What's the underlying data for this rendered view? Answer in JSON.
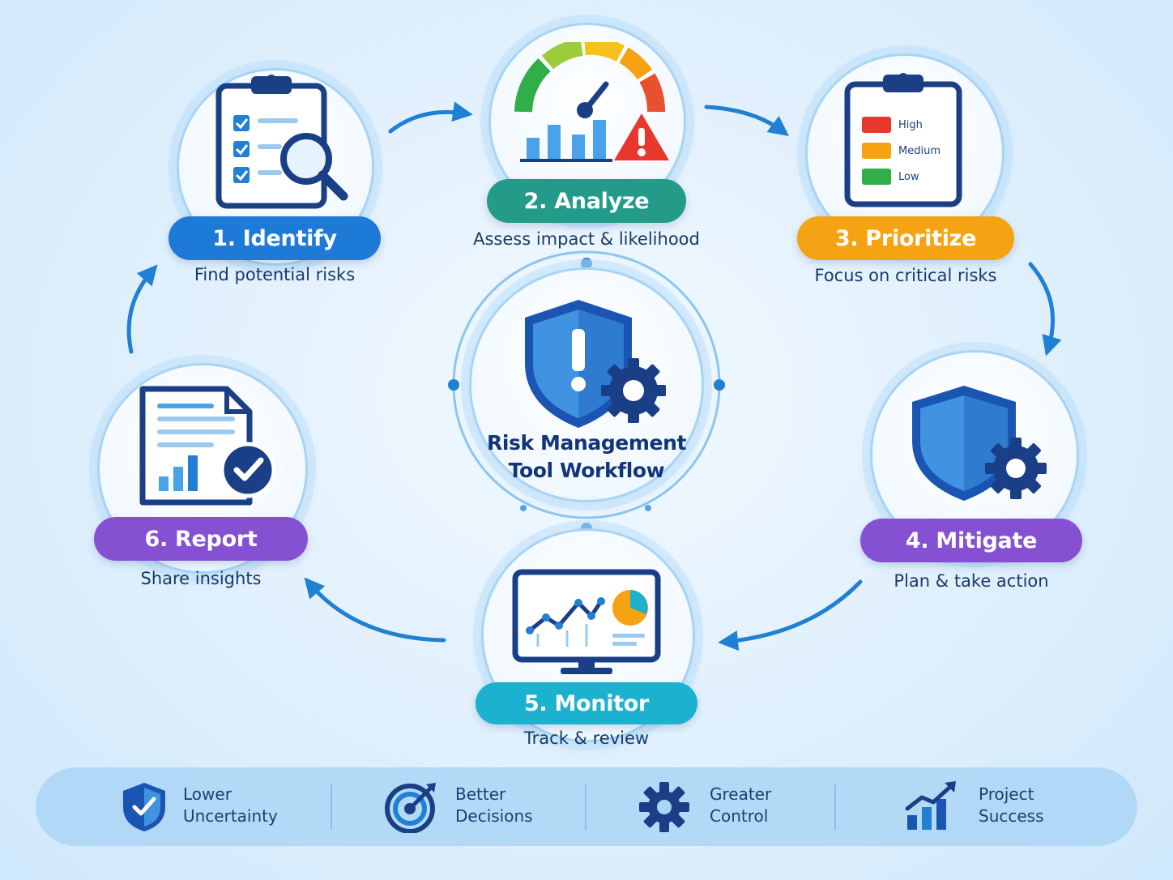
{
  "center": {
    "title_line1": "Risk Management",
    "title_line2": "Tool Workflow"
  },
  "steps": [
    {
      "label": "1. Identify",
      "description": "Find potential risks",
      "color": "#1d7ad6"
    },
    {
      "label": "2. Analyze",
      "description": "Assess impact & likelihood",
      "color": "#249a88"
    },
    {
      "label": "3. Prioritize",
      "description": "Focus on critical risks",
      "color": "#f5a313"
    },
    {
      "label": "4. Mitigate",
      "description": "Plan & take action",
      "color": "#8650d2"
    },
    {
      "label": "5. Monitor",
      "description": "Track & review",
      "color": "#1bb1cf"
    },
    {
      "label": "6. Report",
      "description": "Share insights",
      "color": "#8650d2"
    }
  ],
  "priority_levels": [
    {
      "label": "High",
      "color": "#e8382e"
    },
    {
      "label": "Medium",
      "color": "#f5a313"
    },
    {
      "label": "Low",
      "color": "#2fae4a"
    }
  ],
  "benefits": [
    {
      "line1": "Lower",
      "line2": "Uncertainty",
      "icon": "shield-check-icon"
    },
    {
      "line1": "Better",
      "line2": "Decisions",
      "icon": "target-icon"
    },
    {
      "line1": "Greater",
      "line2": "Control",
      "icon": "gear-icon"
    },
    {
      "line1": "Project",
      "line2": "Success",
      "icon": "growth-chart-icon"
    }
  ],
  "colors": {
    "primary_dark": "#12357a",
    "accent_blue": "#1d7ad6",
    "arrow": "#1f80d4"
  }
}
